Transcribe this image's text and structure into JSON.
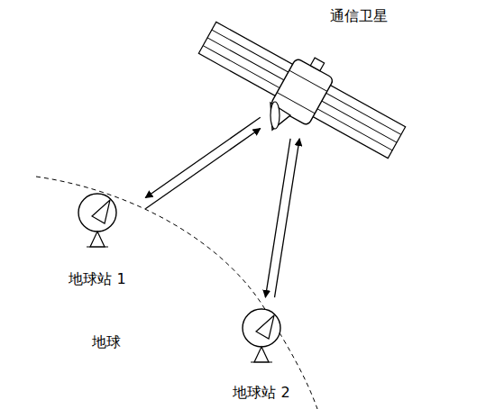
{
  "diagram": {
    "nodes": [
      {
        "text": [
          "通信卫星"
        ]
      },
      {
        "text": [
          "地球站 1"
        ]
      },
      {
        "text": [
          "地球站 2"
        ]
      }
    ],
    "edges": [
      {
        "from": 1,
        "to": 0,
        "arrow": "to"
      },
      {
        "from": 0,
        "to": 1,
        "arrow": "to"
      },
      {
        "from": 0,
        "to": 2,
        "arrow": "to"
      },
      {
        "from": 2,
        "to": 0,
        "arrow": "to"
      }
    ],
    "labels": [
      "地球"
    ]
  }
}
